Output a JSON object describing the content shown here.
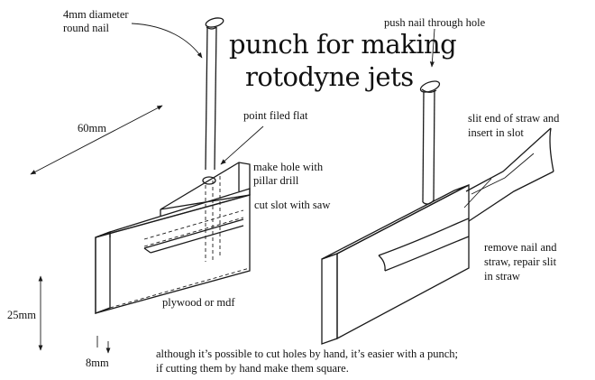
{
  "title": {
    "line1": "punch for making",
    "line2": "rotodyne jets"
  },
  "labels": {
    "nail_line1": "4mm diameter",
    "nail_line2": "round nail",
    "push": "push nail through hole",
    "length": "60mm",
    "filed": "point filed flat",
    "hole_line1": "make hole with",
    "hole_line2": "pillar drill",
    "slot": "cut slot with saw",
    "straw_line1": "slit end of straw and",
    "straw_line2": "insert in slot",
    "remove_line1": "remove nail and",
    "remove_line2": "straw, repair slit",
    "remove_line3": "in straw",
    "material": "plywood or mdf",
    "height": "25mm",
    "thickness": "8mm",
    "note_line1": "although it’s possible to cut holes by hand, it’s easier with a punch;",
    "note_line2": "if cutting them by hand make them square."
  }
}
